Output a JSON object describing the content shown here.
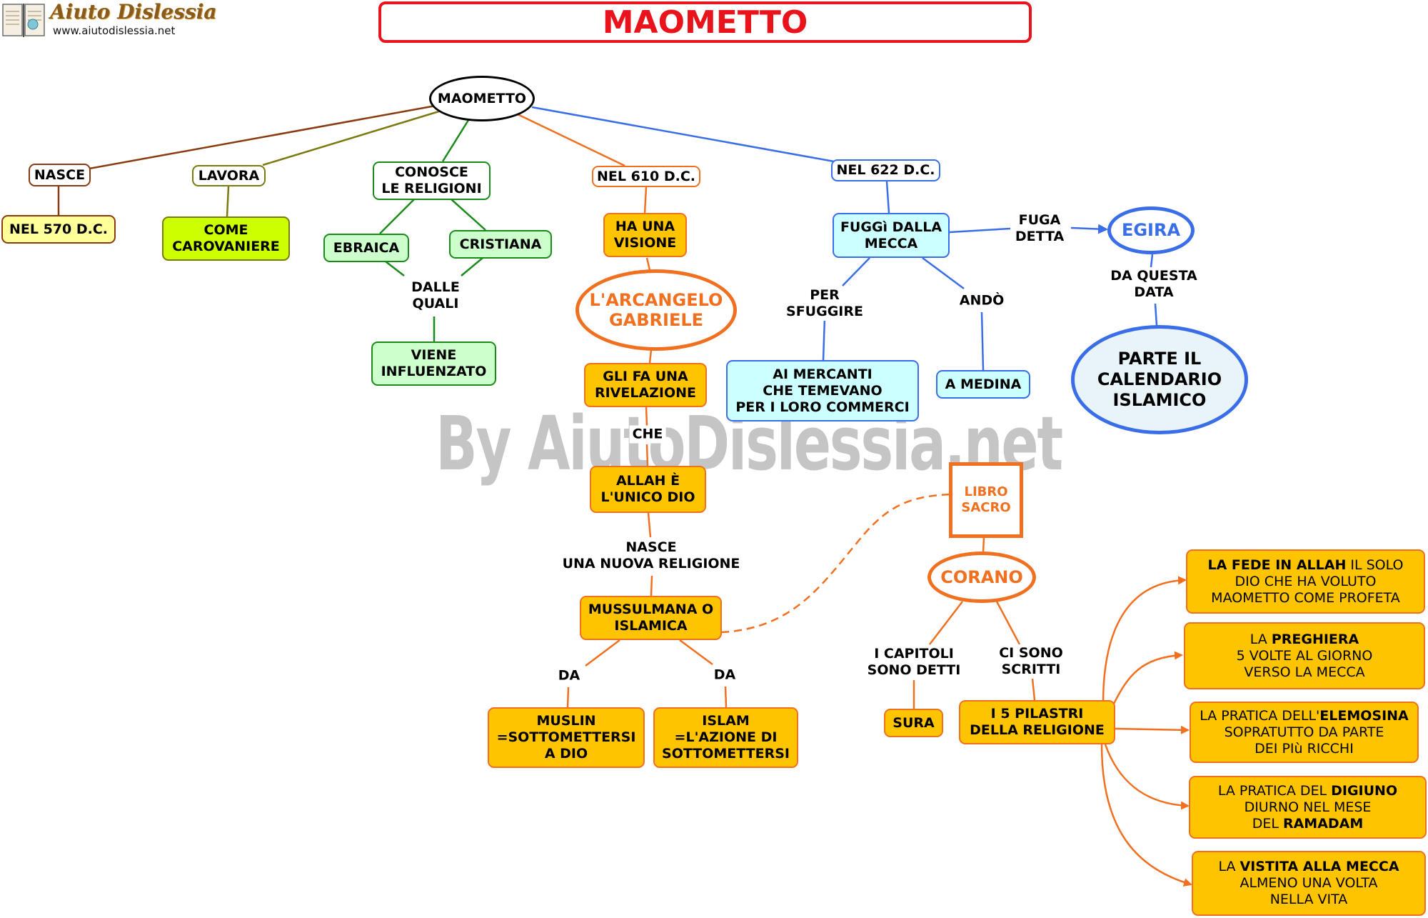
{
  "title": "MAOMETTO",
  "logo": {
    "name": "Aiuto Dislessia",
    "url": "www.aiutodislessia.net"
  },
  "watermark": "By AiutoDislessia.net",
  "colors": {
    "title_red": "#e8131b",
    "brown": "#8a3a10",
    "olive": "#7a7a10",
    "green": "#1a8a1a",
    "orange": "#f07020",
    "blue": "#3a6ee8",
    "yellow_fill": "#ffc400",
    "cyan_fill": "#ccffff"
  },
  "nodes": {
    "root": "MAOMETTO",
    "nasce": "NASCE",
    "nel570": "NEL 570 D.C.",
    "lavora": "LAVORA",
    "carovaniere": "COME\nCAROVANIERE",
    "conosce": "CONOSCE\nLE RELIGIONI",
    "ebraica": "EBRAICA",
    "cristiana": "CRISTIANA",
    "influenzato": "VIENE\nINFLUENZATO",
    "nel610": "NEL 610 D.C.",
    "visione": "HA UNA\nVISIONE",
    "gabriele": "L'ARCANGELO\nGABRIELE",
    "rivelazione": "GLI FA UNA\nRIVELAZIONE",
    "allah": "ALLAH È\nL'UNICO DIO",
    "mussulmana": "MUSSULMANA O\nISLAMICA",
    "muslin": "MUSLIN\n=SOTTOMETTERSI\nA DIO",
    "islam": "ISLAM\n=L'AZIONE DI\nSOTTOMETTERSI",
    "nel622": "NEL 622 D.C.",
    "fuggi": "FUGGì DALLA\nMECCA",
    "mercanti": "AI MERCANTI\nCHE TEMEVANO\nPER I LORO COMMERCI",
    "medina": "A MEDINA",
    "egira": "EGIRA",
    "calendario": "PARTE IL\nCALENDARIO\nISLAMICO",
    "libro": "LIBRO\nSACRO",
    "corano": "CORANO",
    "sura": "SURA",
    "pilastri": "I 5 PILASTRI\nDELLA RELIGIONE"
  },
  "pillars": {
    "p1": {
      "a": "LA FEDE IN ALLAH",
      "b": " IL SOLO\nDIO CHE HA VOLUTO\nMAOMETTO COME PROFETA"
    },
    "p2": {
      "a": "LA ",
      "b": "PREGHIERA",
      "c": "\n5 VOLTE AL GIORNO\nVERSO LA MECCA"
    },
    "p3": {
      "a": "LA PRATICA DELL'",
      "b": "ELEMOSINA",
      "c": "\nSOPRATUTTO DA PARTE\nDEI PIù RICCHI"
    },
    "p4": {
      "a": "LA PRATICA DEL ",
      "b": "DIGIUNO",
      "c": "\nDIURNO NEL MESE\nDEL ",
      "d": "RAMADAM"
    },
    "p5": {
      "a": "LA ",
      "b": "VISTITA ALLA MECCA",
      "c": "\nALMENO UNA VOLTA\nNELLA VITA"
    }
  },
  "labels": {
    "dalle_quali": "DALLE\nQUALI",
    "che": "CHE",
    "nasce_religione": "NASCE\nUNA NUOVA RELIGIONE",
    "da_left": "DA",
    "da_right": "DA",
    "per_sfuggire": "PER\nSFUGGIRE",
    "ando": "ANDÒ",
    "fuga_detta": "FUGA\nDETTA",
    "da_questa_data": "DA QUESTA\nDATA",
    "capitoli": "I CAPITOLI\nSONO DETTI",
    "scritti": "CI SONO\nSCRITTI"
  }
}
